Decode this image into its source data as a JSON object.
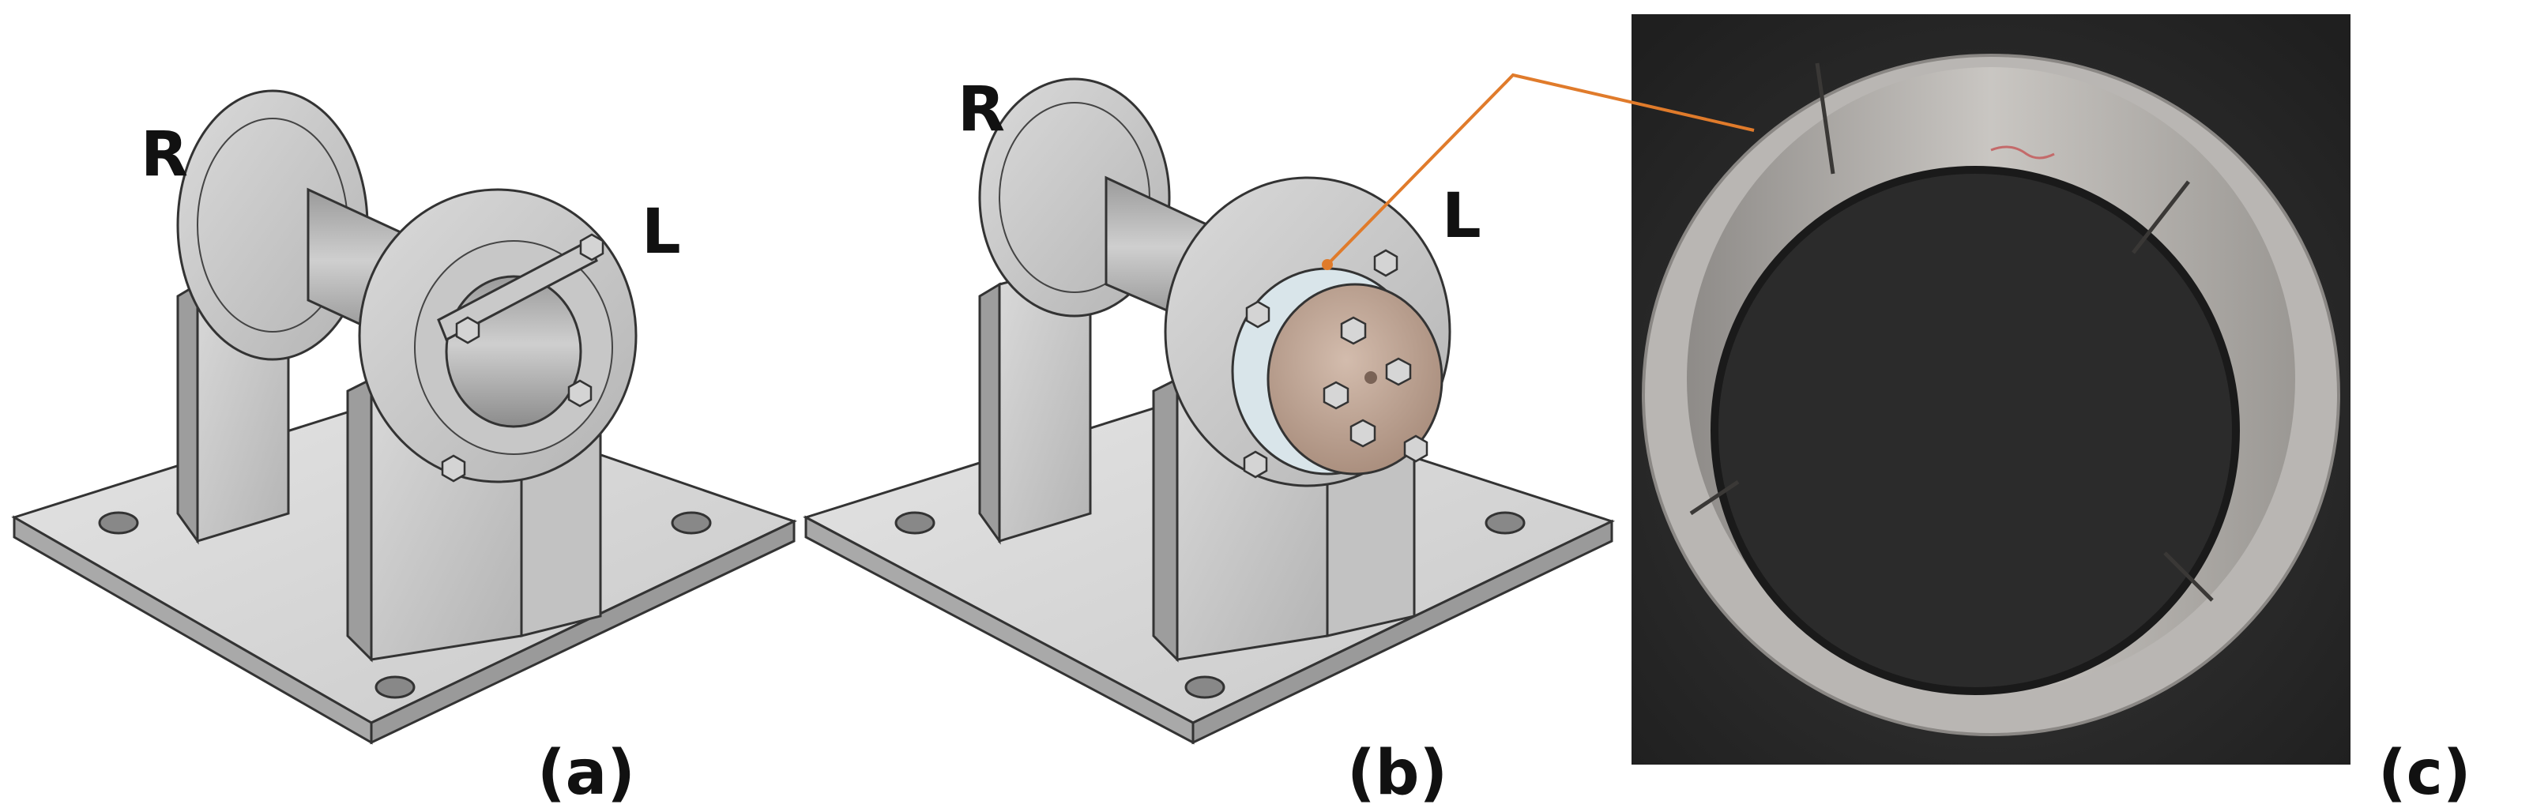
{
  "figure": {
    "panels": [
      {
        "id": "a",
        "caption": "(a)",
        "side_labels": {
          "right": "R",
          "left": "L"
        }
      },
      {
        "id": "b",
        "caption": "(b)",
        "side_labels": {
          "right": "R",
          "left": "L"
        }
      },
      {
        "id": "c",
        "caption": "(c)"
      }
    ]
  },
  "colors": {
    "metal_light": "#d6d6d6",
    "metal_mid": "#b9b9b9",
    "metal_dark": "#8f8f8f",
    "bronze_disc": "#bfa493",
    "bearing_ring": "#d9e5ea",
    "callout_line": "#e07b2b",
    "photo_bg": "#2d2d2d",
    "ring_surface": "#b9b6b3"
  }
}
